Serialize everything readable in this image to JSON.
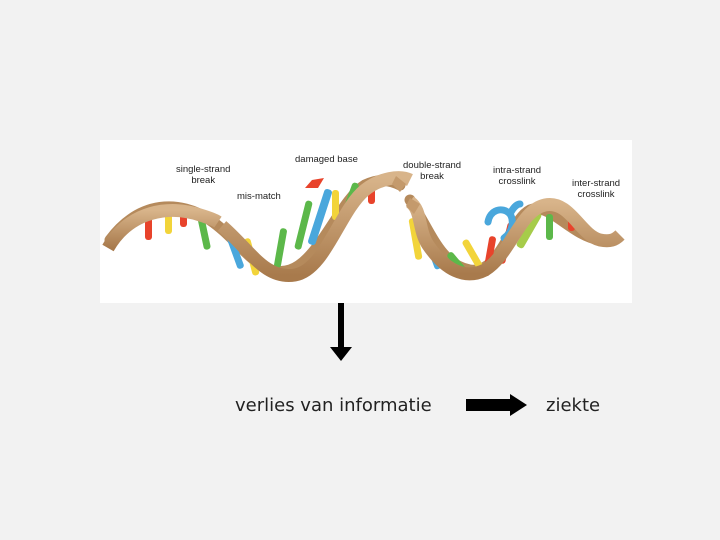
{
  "diagram": {
    "labels": {
      "single_strand_break": "single-strand\nbreak",
      "mis_match": "mis-match",
      "damaged_base": "damaged base",
      "double_strand_break": "double-strand\nbreak",
      "intra_strand_crosslink": "intra-strand\ncrosslink",
      "inter_strand_crosslink": "inter-strand\ncrosslink"
    },
    "colors": {
      "backbone": "#c49a6c",
      "base_red": "#e8432b",
      "base_green": "#5cb84a",
      "base_yellow": "#f2d43a",
      "base_blue": "#4aa7dc",
      "base_lime": "#a6cc4a"
    }
  },
  "flow": {
    "source": "verlies van informatie",
    "target": "ziekte"
  }
}
